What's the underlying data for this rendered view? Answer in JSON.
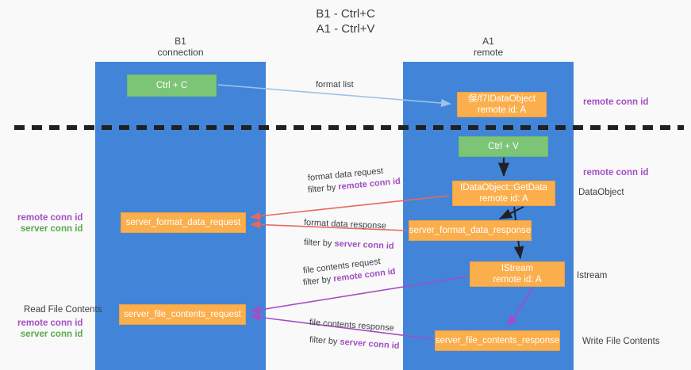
{
  "title": {
    "line1": "B1 - Ctrl+C",
    "line2": "A1 - Ctrl+V"
  },
  "lanes": [
    {
      "id": "b1",
      "name": "B1",
      "sub": "connection",
      "color": "#4285d8"
    },
    {
      "id": "a1",
      "name": "A1",
      "sub": "remote",
      "color": "#4285d8"
    }
  ],
  "colors": {
    "lane": "#4285d8",
    "box_orange": "#fbae4c",
    "box_green": "#7cc576",
    "remote_conn_id": "#a24ec4",
    "server_conn_id": "#5aa84f",
    "arrow_blue": "#9cc3ea",
    "arrow_red": "#e8675f",
    "arrow_purple": "#a24ec4",
    "arrow_black": "#202124",
    "divider": "#202124"
  },
  "boxes": {
    "ctrl_c": {
      "label": "Ctrl + C",
      "style": "green"
    },
    "idataobject": {
      "line1": "俣/f7IDataObject",
      "line2": "remote id: A",
      "style": "orange"
    },
    "ctrl_v": {
      "label": "Ctrl + V",
      "style": "green"
    },
    "getdata": {
      "line1": "IDataObject::GetData",
      "line2": "remote id: A",
      "style": "orange"
    },
    "server_format_data_request": {
      "label": "server_format_data_request",
      "style": "orange"
    },
    "server_format_data_response": {
      "label": "server_format_data_response",
      "style": "orange"
    },
    "istream": {
      "line1": "IStream",
      "line2": "remote id: A",
      "style": "orange"
    },
    "server_file_contents_request": {
      "label": "server_file_contents_request",
      "style": "orange"
    },
    "server_file_contents_response": {
      "label": "server_file_contents_response",
      "style": "orange"
    }
  },
  "annotations": {
    "remote_conn_id_top": "remote conn id",
    "remote_conn_id_mid": "remote conn id",
    "dataobject": "DataObject",
    "istream": "Istream",
    "write_file_contents": "Write File Contents",
    "read_file_contents": "Read File Contents",
    "remote_conn_id_left1": "remote conn id",
    "server_conn_id_left1": "server conn id",
    "remote_conn_id_left2": "remote conn id",
    "server_conn_id_left2": "server conn id"
  },
  "edge_labels": {
    "format_list": "format list",
    "format_data_request": "format data request",
    "filter_by": "filter by ",
    "filter_remote": "remote conn id",
    "filter_server": "server conn id",
    "format_data_response": "format data response",
    "file_contents_request": "file contents request",
    "file_contents_response": "file contents response"
  }
}
